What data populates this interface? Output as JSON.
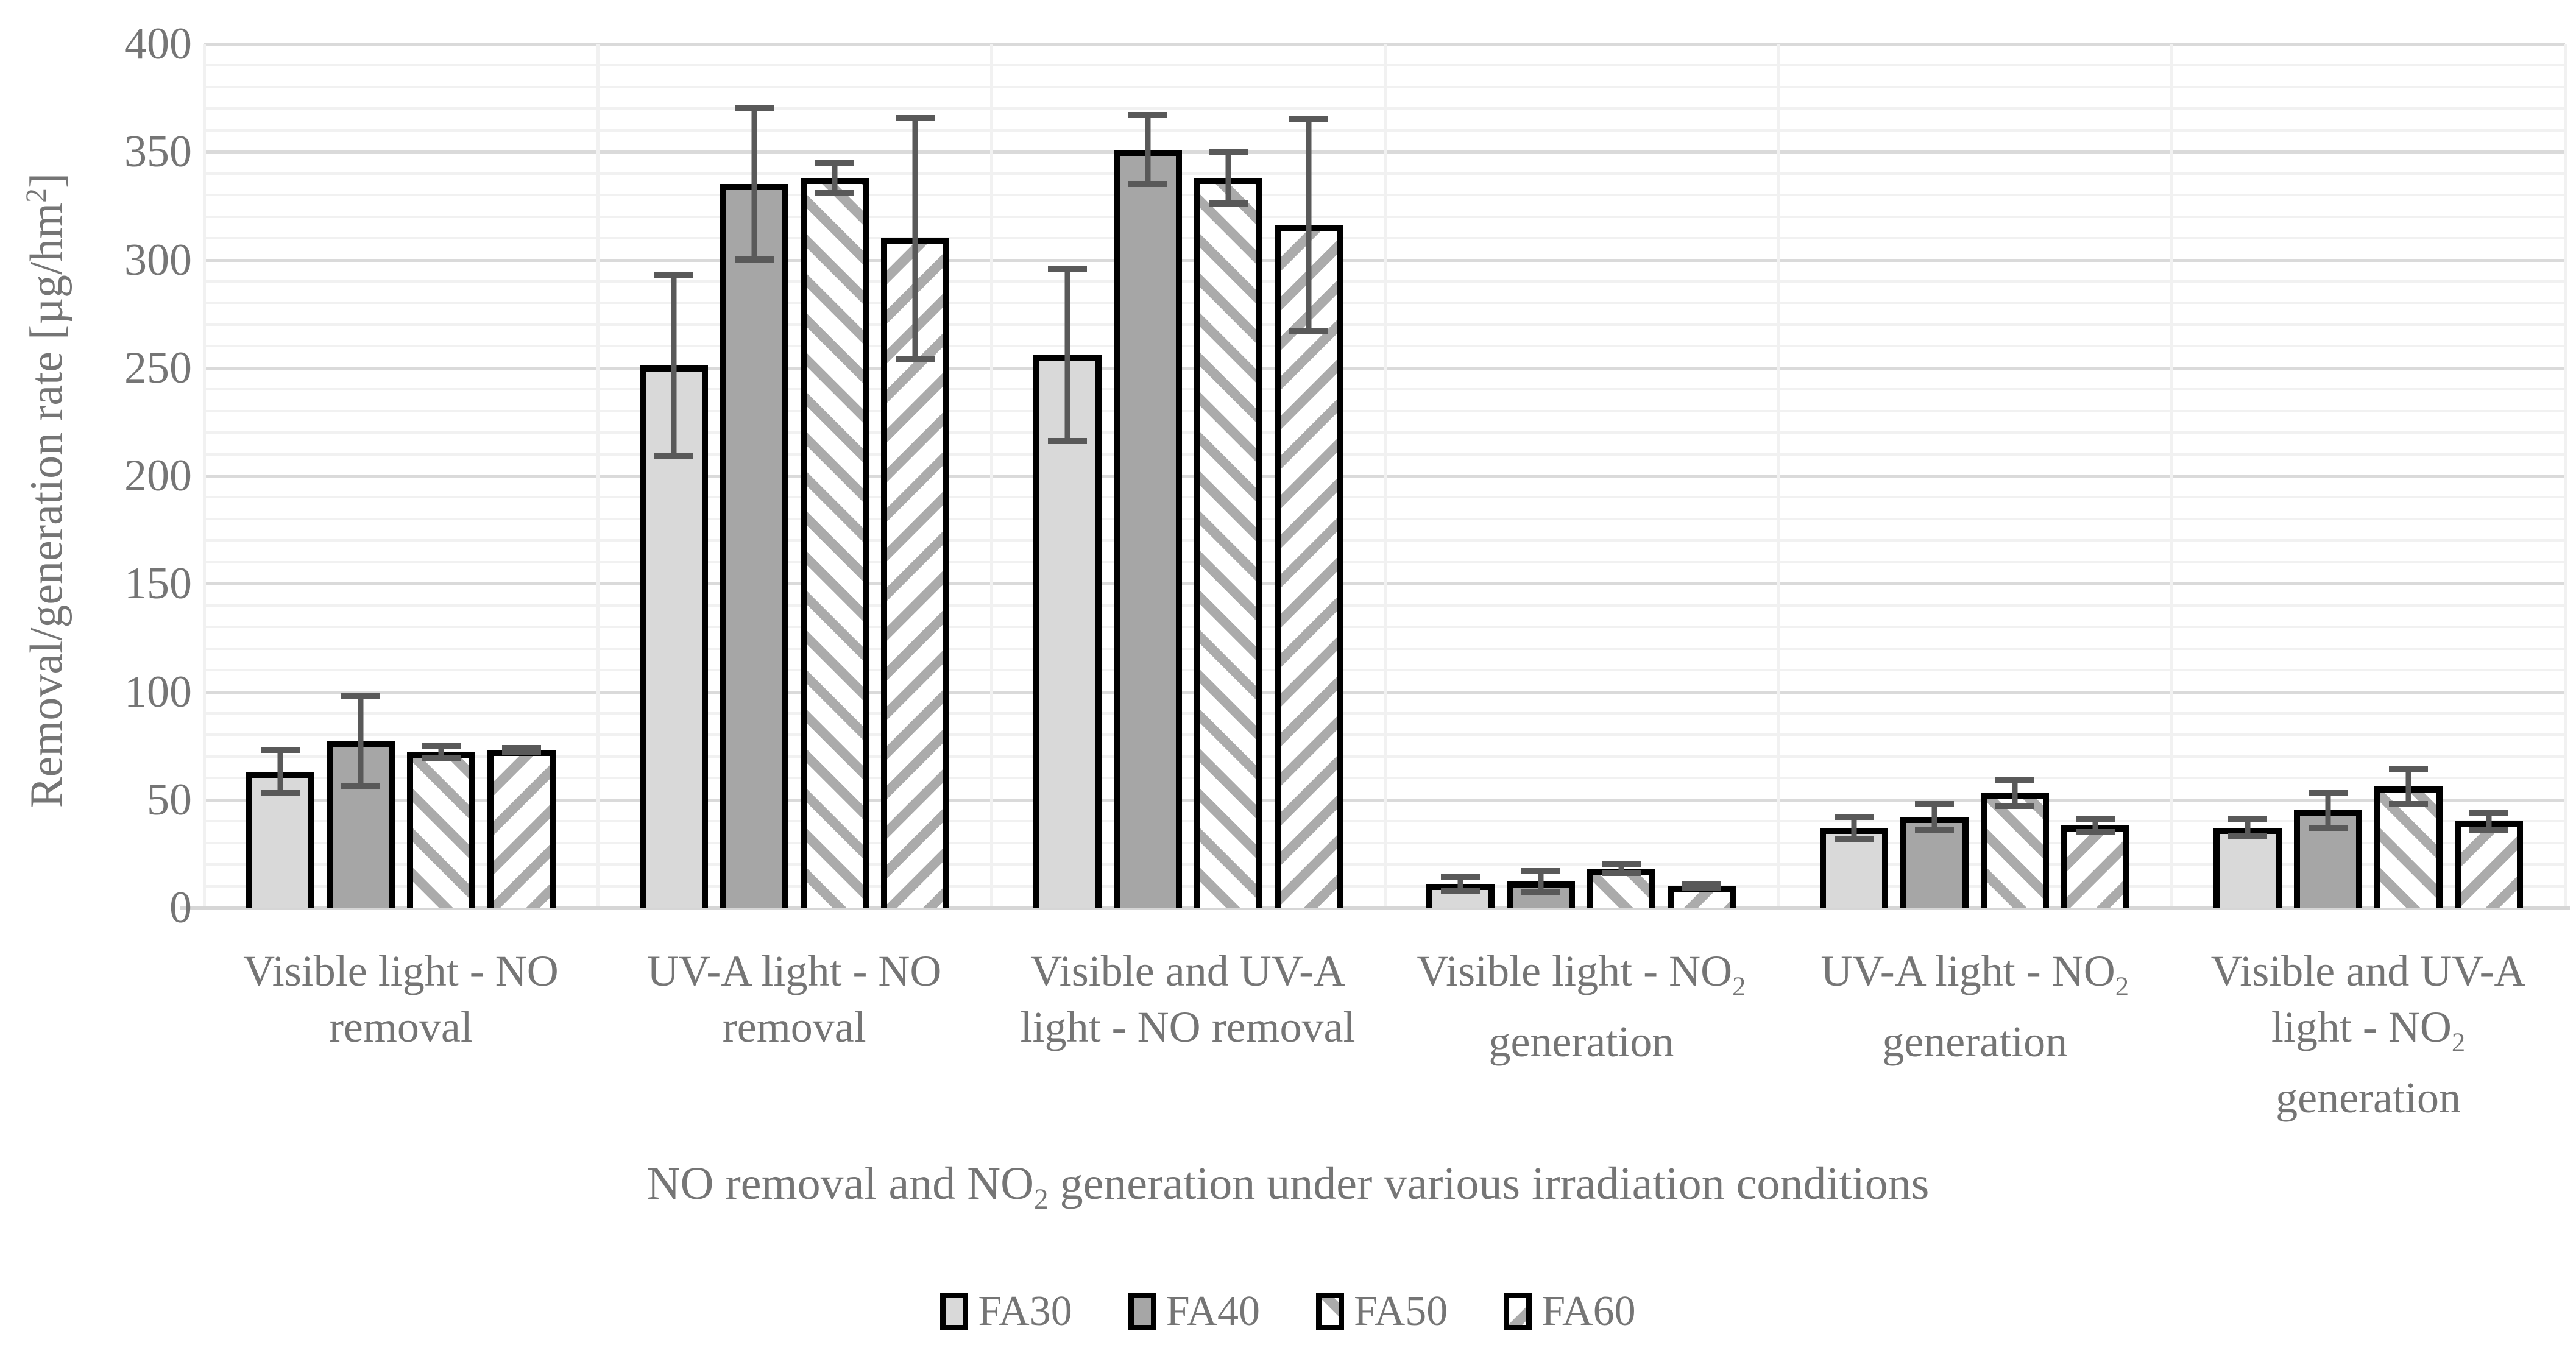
{
  "figure": {
    "background": "#ffffff",
    "text_color": "#757575",
    "grid_minor_color": "#f1f1f1",
    "grid_major_color": "#dadada",
    "axis_line_color": "#d6d6d6",
    "bar_border_color": "#000000",
    "error_bar_color": "#595959",
    "hatch_color": "#ababab"
  },
  "chart_data": {
    "type": "bar",
    "title": "",
    "xlabel": "NO removal and NO₂ generation under various irradiation conditions",
    "ylabel": "Removal/generation rate [µg/hm²]",
    "ylim": [
      0,
      400
    ],
    "y_major_tick": 50,
    "y_minor_tick": 10,
    "y_ticks": [
      0,
      50,
      100,
      150,
      200,
      250,
      300,
      350,
      400
    ],
    "grid": true,
    "legend_position": "bottom",
    "categories": [
      "Visible light - NO removal",
      "UV-A light - NO removal",
      "Visible and UV-A light - NO removal",
      "Visible light - NO₂ generation",
      "UV-A light - NO₂ generation",
      "Visible and UV-A light - NO₂ generation"
    ],
    "category_label_lines": [
      [
        "Visible light - NO",
        "removal"
      ],
      [
        "UV-A light - NO",
        "removal"
      ],
      [
        "Visible and UV-A",
        "light - NO removal"
      ],
      [
        "Visible light - NO₂",
        "generation"
      ],
      [
        "UV-A light - NO₂",
        "generation"
      ],
      [
        "Visible and UV-A",
        "light - NO₂",
        "generation"
      ]
    ],
    "series": [
      {
        "name": "FA30",
        "pattern": "solid30",
        "fill": "#d9d9d9",
        "values": [
          63,
          251,
          256,
          11,
          37,
          37
        ],
        "errors": [
          10,
          42,
          40,
          3,
          5,
          4
        ]
      },
      {
        "name": "FA40",
        "pattern": "solid40",
        "fill": "#a6a6a6",
        "values": [
          77,
          335,
          351,
          12,
          42,
          45
        ],
        "errors": [
          21,
          35,
          16,
          5,
          6,
          8
        ]
      },
      {
        "name": "FA50",
        "pattern": "diag-down",
        "fill": "#ffffff",
        "values": [
          72,
          338,
          338,
          18,
          53,
          56
        ],
        "errors": [
          3,
          7,
          12,
          2,
          6,
          8
        ]
      },
      {
        "name": "FA60",
        "pattern": "diag-up",
        "fill": "#ffffff",
        "values": [
          73,
          310,
          316,
          10,
          38,
          40
        ],
        "errors": [
          1,
          56,
          49,
          1,
          3,
          4
        ]
      }
    ],
    "legend_labels": [
      "FA30",
      "FA40",
      "FA50",
      "FA60"
    ]
  }
}
